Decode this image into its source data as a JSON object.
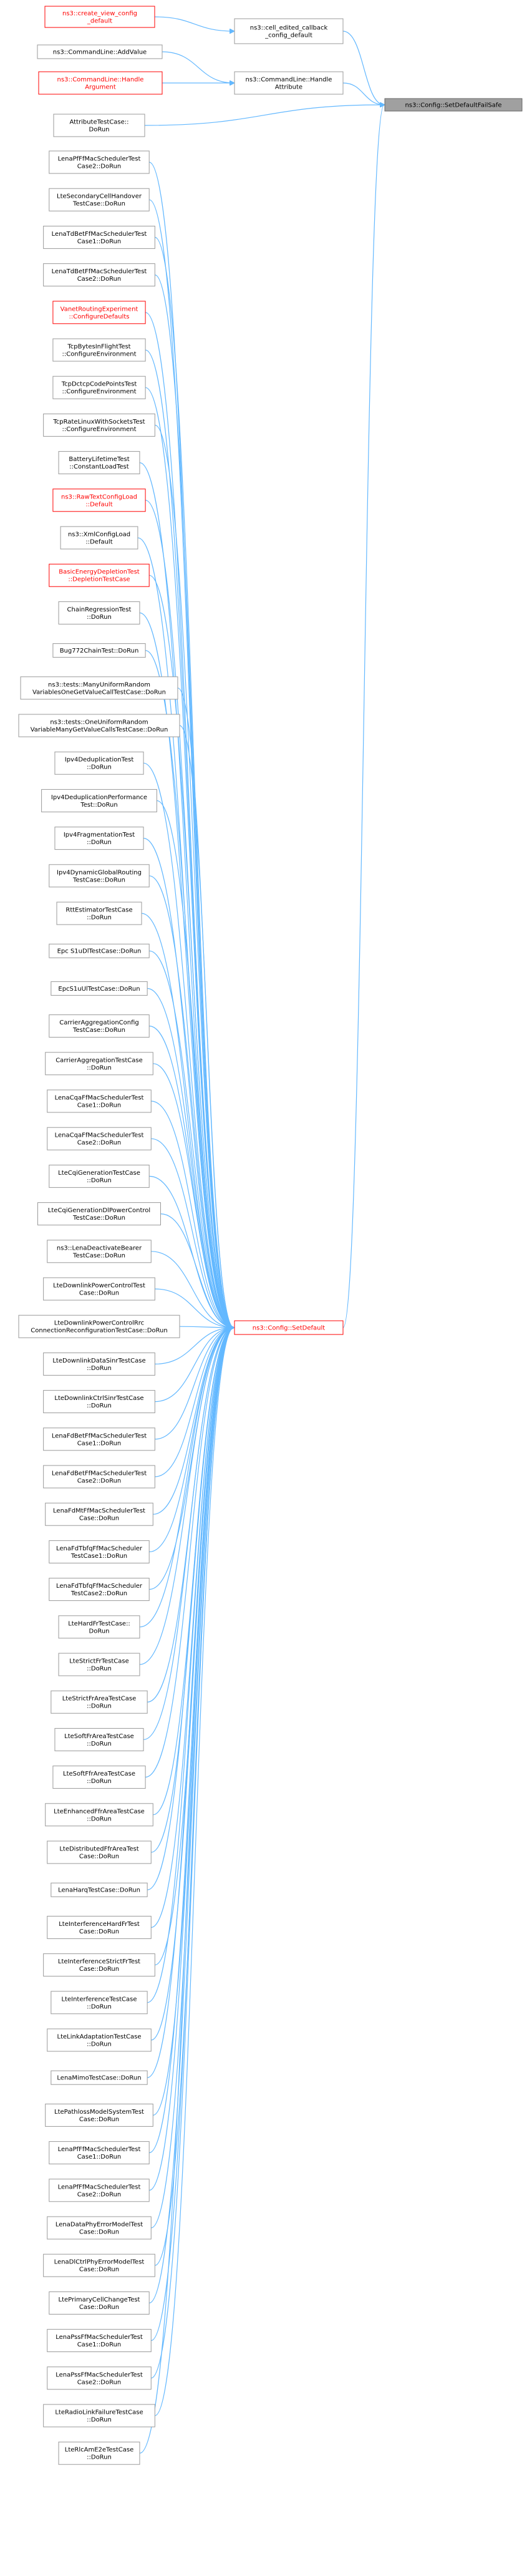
{
  "nodes": {
    "root": {
      "lines": [
        "ns3::Config::SetDefaultFailSafe"
      ],
      "style": "root"
    },
    "set_default": {
      "lines": [
        "ns3::Config::SetDefault"
      ],
      "style": "red"
    },
    "create_view_config": {
      "lines": [
        "ns3::create_view_config",
        "_default"
      ],
      "style": "red"
    },
    "cell_edited_callback": {
      "lines": [
        "ns3::cell_edited_callback",
        "_config_default"
      ],
      "style": "normal"
    },
    "add_value": {
      "lines": [
        "ns3::CommandLine::AddValue"
      ],
      "style": "normal"
    },
    "handle_argument": {
      "lines": [
        "ns3::CommandLine::Handle",
        "Argument"
      ],
      "style": "red"
    },
    "handle_attribute": {
      "lines": [
        "ns3::CommandLine::Handle",
        "Attribute"
      ],
      "style": "normal"
    },
    "attribute_test": {
      "lines": [
        "AttributeTestCase::",
        "DoRun"
      ],
      "style": "normal"
    },
    "callers": [
      {
        "lines": [
          "LenaPfFfMacSchedulerTest",
          "Case2::DoRun"
        ],
        "style": "normal"
      },
      {
        "lines": [
          "LteSecondaryCellHandover",
          "TestCase::DoRun"
        ],
        "style": "normal"
      },
      {
        "lines": [
          "LenaTdBetFfMacSchedulerTest",
          "Case1::DoRun"
        ],
        "style": "normal"
      },
      {
        "lines": [
          "LenaTdBetFfMacSchedulerTest",
          "Case2::DoRun"
        ],
        "style": "normal"
      },
      {
        "lines": [
          "VanetRoutingExperiment",
          "::ConfigureDefaults"
        ],
        "style": "red"
      },
      {
        "lines": [
          "TcpBytesInFlightTest",
          "::ConfigureEnvironment"
        ],
        "style": "normal"
      },
      {
        "lines": [
          "TcpDctcpCodePointsTest",
          "::ConfigureEnvironment"
        ],
        "style": "normal"
      },
      {
        "lines": [
          "TcpRateLinuxWithSocketsTest",
          "::ConfigureEnvironment"
        ],
        "style": "normal"
      },
      {
        "lines": [
          "BatteryLifetimeTest",
          "::ConstantLoadTest"
        ],
        "style": "normal"
      },
      {
        "lines": [
          "ns3::RawTextConfigLoad",
          "::Default"
        ],
        "style": "red"
      },
      {
        "lines": [
          "ns3::XmlConfigLoad",
          "::Default"
        ],
        "style": "normal"
      },
      {
        "lines": [
          "BasicEnergyDepletionTest",
          "::DepletionTestCase"
        ],
        "style": "red"
      },
      {
        "lines": [
          "ChainRegressionTest",
          "::DoRun"
        ],
        "style": "normal"
      },
      {
        "lines": [
          "Bug772ChainTest::DoRun"
        ],
        "style": "normal"
      },
      {
        "lines": [
          "ns3::tests::ManyUniformRandom",
          "VariablesOneGetValueCallTestCase::DoRun"
        ],
        "style": "normal"
      },
      {
        "lines": [
          "ns3::tests::OneUniformRandom",
          "VariableManyGetValueCallsTestCase::DoRun"
        ],
        "style": "normal"
      },
      {
        "lines": [
          "Ipv4DeduplicationTest",
          "::DoRun"
        ],
        "style": "normal"
      },
      {
        "lines": [
          "Ipv4DeduplicationPerformance",
          "Test::DoRun"
        ],
        "style": "normal"
      },
      {
        "lines": [
          "Ipv4FragmentationTest",
          "::DoRun"
        ],
        "style": "normal"
      },
      {
        "lines": [
          "Ipv4DynamicGlobalRouting",
          "TestCase::DoRun"
        ],
        "style": "normal"
      },
      {
        "lines": [
          "RttEstimatorTestCase",
          "::DoRun"
        ],
        "style": "normal"
      },
      {
        "lines": [
          "Epc S1uDlTestCase::DoRun"
        ],
        "style": "normal"
      },
      {
        "lines": [
          "EpcS1uUlTestCase::DoRun"
        ],
        "style": "normal"
      },
      {
        "lines": [
          "CarrierAggregationConfig",
          "TestCase::DoRun"
        ],
        "style": "normal"
      },
      {
        "lines": [
          "CarrierAggregationTestCase",
          "::DoRun"
        ],
        "style": "normal"
      },
      {
        "lines": [
          "LenaCqaFfMacSchedulerTest",
          "Case1::DoRun"
        ],
        "style": "normal"
      },
      {
        "lines": [
          "LenaCqaFfMacSchedulerTest",
          "Case2::DoRun"
        ],
        "style": "normal"
      },
      {
        "lines": [
          "LteCqiGenerationTestCase",
          "::DoRun"
        ],
        "style": "normal"
      },
      {
        "lines": [
          "LteCqiGenerationDlPowerControl",
          "TestCase::DoRun"
        ],
        "style": "normal"
      },
      {
        "lines": [
          "ns3::LenaDeactivateBearer",
          "TestCase::DoRun"
        ],
        "style": "normal"
      },
      {
        "lines": [
          "LteDownlinkPowerControlTest",
          "Case::DoRun"
        ],
        "style": "normal"
      },
      {
        "lines": [
          "LteDownlinkPowerControlRrc",
          "ConnectionReconfigurationTestCase::DoRun"
        ],
        "style": "normal"
      },
      {
        "lines": [
          "LteDownlinkDataSinrTestCase",
          "::DoRun"
        ],
        "style": "normal"
      },
      {
        "lines": [
          "LteDownlinkCtrlSinrTestCase",
          "::DoRun"
        ],
        "style": "normal"
      },
      {
        "lines": [
          "LenaFdBetFfMacSchedulerTest",
          "Case1::DoRun"
        ],
        "style": "normal"
      },
      {
        "lines": [
          "LenaFdBetFfMacSchedulerTest",
          "Case2::DoRun"
        ],
        "style": "normal"
      },
      {
        "lines": [
          "LenaFdMtFfMacSchedulerTest",
          "Case::DoRun"
        ],
        "style": "normal"
      },
      {
        "lines": [
          "LenaFdTbfqFfMacScheduler",
          "TestCase1::DoRun"
        ],
        "style": "normal"
      },
      {
        "lines": [
          "LenaFdTbfqFfMacScheduler",
          "TestCase2::DoRun"
        ],
        "style": "normal"
      },
      {
        "lines": [
          "LteHardFrTestCase::",
          "DoRun"
        ],
        "style": "normal"
      },
      {
        "lines": [
          "LteStrictFrTestCase",
          "::DoRun"
        ],
        "style": "normal"
      },
      {
        "lines": [
          "LteStrictFrAreaTestCase",
          "::DoRun"
        ],
        "style": "normal"
      },
      {
        "lines": [
          "LteSoftFrAreaTestCase",
          "::DoRun"
        ],
        "style": "normal"
      },
      {
        "lines": [
          "LteSoftFfrAreaTestCase",
          "::DoRun"
        ],
        "style": "normal"
      },
      {
        "lines": [
          "LteEnhancedFfrAreaTestCase",
          "::DoRun"
        ],
        "style": "normal"
      },
      {
        "lines": [
          "LteDistributedFfrAreaTest",
          "Case::DoRun"
        ],
        "style": "normal"
      },
      {
        "lines": [
          "LenaHarqTestCase::DoRun"
        ],
        "style": "normal"
      },
      {
        "lines": [
          "LteInterferenceHardFrTest",
          "Case::DoRun"
        ],
        "style": "normal"
      },
      {
        "lines": [
          "LteInterferenceStrictFrTest",
          "Case::DoRun"
        ],
        "style": "normal"
      },
      {
        "lines": [
          "LteInterferenceTestCase",
          "::DoRun"
        ],
        "style": "normal"
      },
      {
        "lines": [
          "LteLinkAdaptationTestCase",
          "::DoRun"
        ],
        "style": "normal"
      },
      {
        "lines": [
          "LenaMimoTestCase::DoRun"
        ],
        "style": "normal"
      },
      {
        "lines": [
          "LtePathlossModelSystemTest",
          "Case::DoRun"
        ],
        "style": "normal"
      },
      {
        "lines": [
          "LenaPfFfMacSchedulerTest",
          "Case1::DoRun"
        ],
        "style": "normal"
      },
      {
        "lines": [
          "LenaPfFfMacSchedulerTest",
          "Case2::DoRun"
        ],
        "style": "normal"
      },
      {
        "lines": [
          "LenaDataPhyErrorModelTest",
          "Case::DoRun"
        ],
        "style": "normal"
      },
      {
        "lines": [
          "LenaDlCtrlPhyErrorModelTest",
          "Case::DoRun"
        ],
        "style": "normal"
      },
      {
        "lines": [
          "LtePrimaryCellChangeTest",
          "Case::DoRun"
        ],
        "style": "normal"
      },
      {
        "lines": [
          "LenaPssFfMacSchedulerTest",
          "Case1::DoRun"
        ],
        "style": "normal"
      },
      {
        "lines": [
          "LenaPssFfMacSchedulerTest",
          "Case2::DoRun"
        ],
        "style": "normal"
      },
      {
        "lines": [
          "LteRadioLinkFailureTestCase",
          "::DoRun"
        ],
        "style": "normal"
      },
      {
        "lines": [
          "LteRlcAmE2eTestCase",
          "::DoRun"
        ],
        "style": "normal"
      }
    ]
  },
  "colors": {
    "edge": "#63b8ff",
    "border_normal": "#999999",
    "border_red": "#ff0000",
    "root_fill": "#a0a0a0"
  }
}
